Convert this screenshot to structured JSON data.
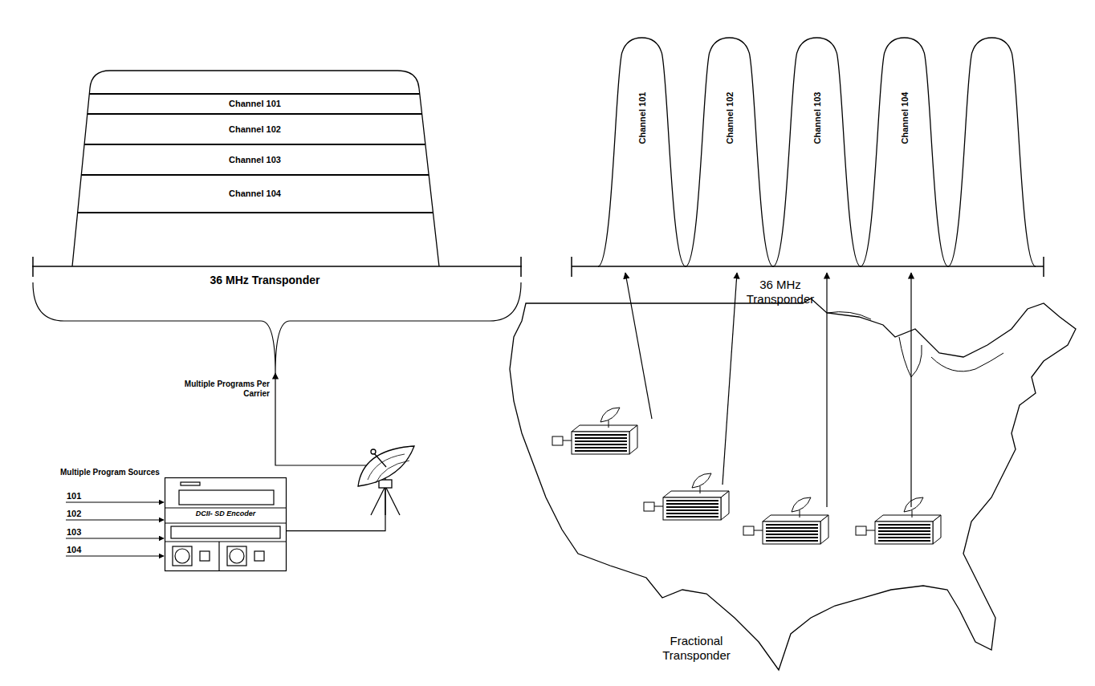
{
  "diagram": {
    "nodes": [
      {
        "text": [
          "36 MHz Transponder"
        ]
      },
      {
        "text": [
          "Channel 101"
        ],
        "in": 0
      },
      {
        "text": [
          "Channel 102"
        ],
        "in": 0
      },
      {
        "text": [
          "Channel 103"
        ],
        "in": 0
      },
      {
        "text": [
          "Channel 104"
        ],
        "in": 0
      },
      {
        "text": [
          "DCII- SD Encoder"
        ]
      },
      {
        "text": [
          "Channel 101"
        ]
      },
      {
        "text": [
          "Channel 102"
        ]
      },
      {
        "text": [
          "Channel 103"
        ]
      },
      {
        "text": [
          "Channel 104"
        ]
      }
    ],
    "edges": [
      {
        "from": 5,
        "to": 0,
        "arrow": "to",
        "label": "Multiple Programs Per Carrier"
      }
    ],
    "labels": [
      "Multiple Program Sources",
      "101",
      "102",
      "103",
      "104",
      "36 MHz Transponder",
      "Fractional Transponder"
    ]
  }
}
